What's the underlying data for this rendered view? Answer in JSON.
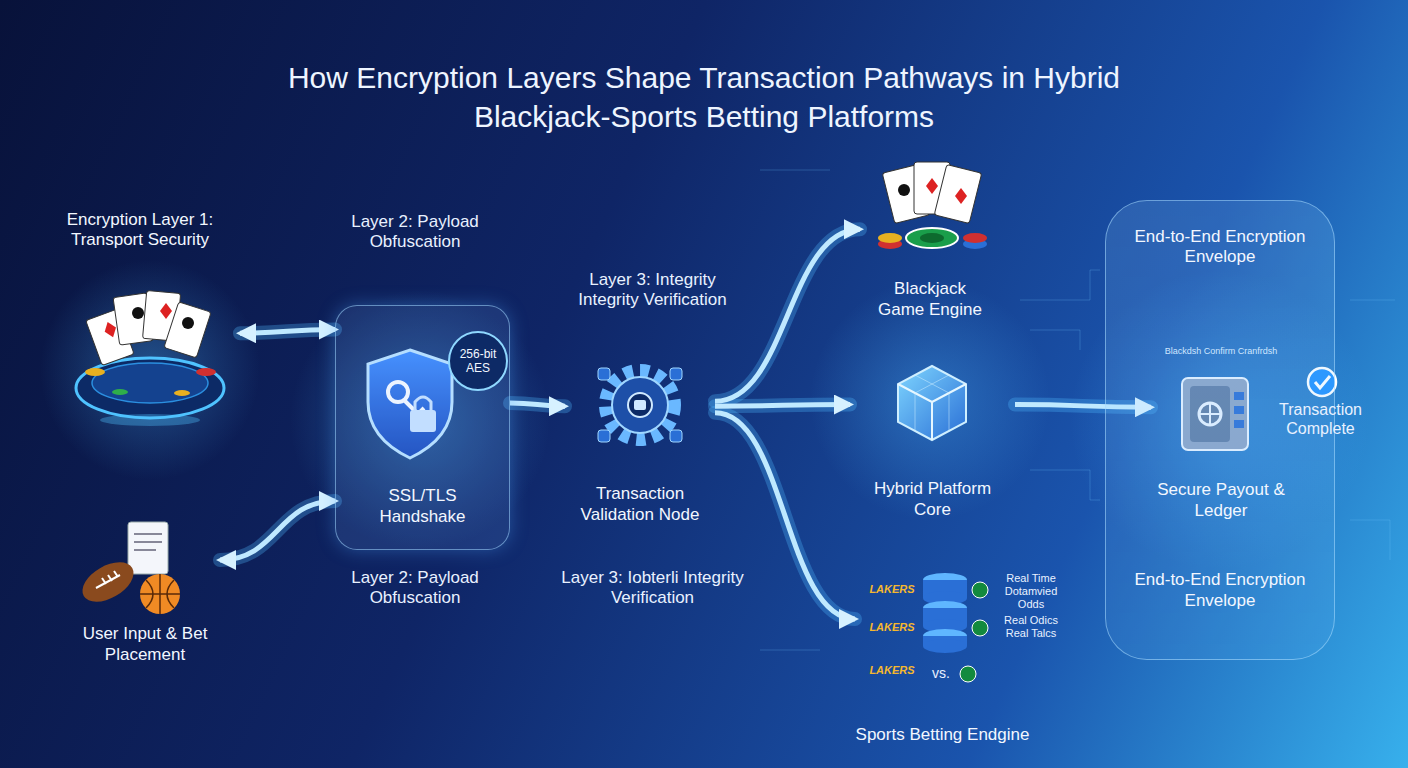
{
  "diagram": {
    "title": "How Encryption Layers Shape Transaction Pathways in Hybrid Blackjack-Sports Betting Platforms",
    "nodes": [
      {
        "text": [
          "Encryption Layer 1: Transport Security"
        ]
      },
      {
        "text": [
          "User Input & Bet Placement"
        ]
      },
      {
        "text": [
          "SSL/TLS Handshake"
        ]
      },
      {
        "text": [
          "256-bit AES"
        ],
        "in": 2
      },
      {
        "text": [
          "Transaction Validation Node"
        ]
      },
      {
        "text": [
          "Blackjack Game Engine"
        ]
      },
      {
        "text": [
          "Hybrid Platform Core"
        ]
      },
      {
        "text": [
          "Sports Betting Endgine"
        ]
      },
      {
        "text": [
          "End-to-End Encryption Envelope",
          "End-to-End Encryption Envelope"
        ]
      },
      {
        "text": [
          "Blackdsh Confirm Cranfrdsh",
          "Secure Payout & Ledger"
        ],
        "in": 8
      }
    ],
    "edges": [
      {
        "from": 0,
        "to": 2,
        "arrow": "both"
      },
      {
        "from": 1,
        "to": 2,
        "arrow": "both"
      },
      {
        "from": 2,
        "to": 4,
        "arrow": "to"
      },
      {
        "from": 4,
        "to": 5,
        "arrow": "to"
      },
      {
        "from": 4,
        "to": 6,
        "arrow": "to"
      },
      {
        "from": 4,
        "to": 7,
        "arrow": "to"
      },
      {
        "from": 6,
        "to": 9,
        "arrow": "to"
      }
    ],
    "labels": [
      "Layer 2: Payload Obfuscation",
      "Layer 3: Integrity Integrity Verification",
      "Layer 2: Payload Obfuscation",
      "Layer 3: Iobterli Integrity Verification",
      "Real Time Dotamvied Odds",
      "Real Odics Real Talcs",
      "LAKERS",
      "LAKERS",
      "LAKERS",
      "vs.",
      "Transaction Complete"
    ]
  }
}
